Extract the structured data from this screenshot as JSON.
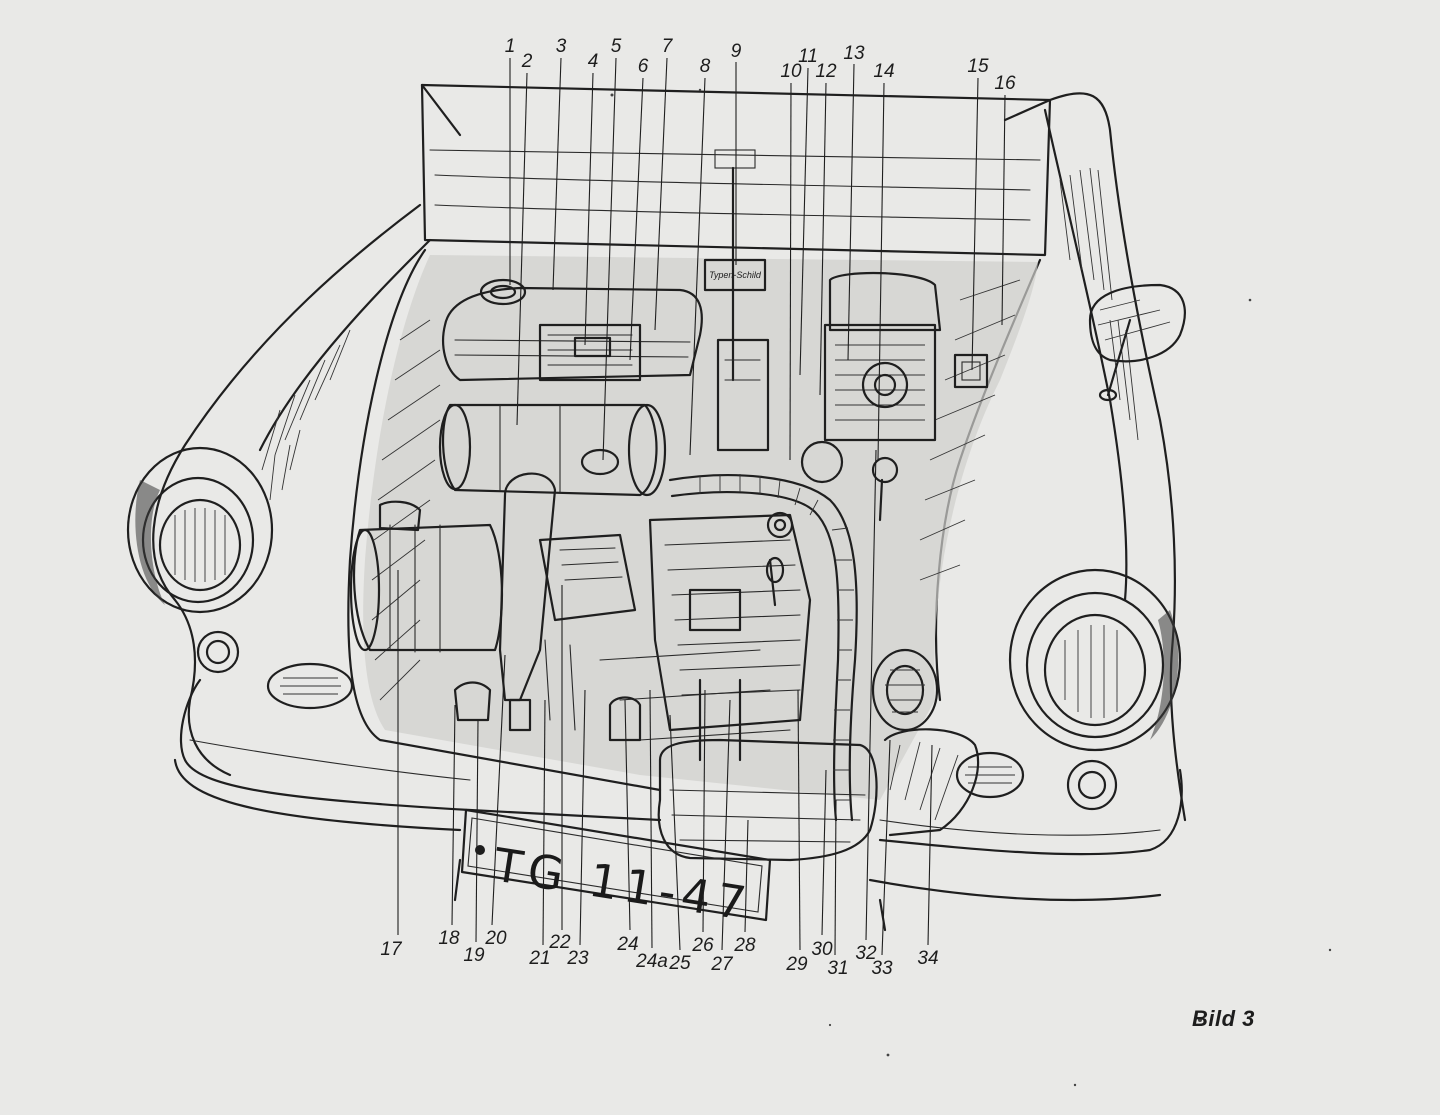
{
  "caption": "Bild 3",
  "plate": "TG 11-47",
  "labels": [
    "1",
    "2",
    "3",
    "4",
    "5",
    "6",
    "7",
    "8",
    "9",
    "10",
    "11",
    "12",
    "13",
    "14",
    "15",
    "16",
    "17",
    "18",
    "19",
    "20",
    "21",
    "22",
    "23",
    "24",
    "24a",
    "25",
    "26",
    "27",
    "28",
    "29",
    "30",
    "31",
    "32",
    "33",
    "34"
  ],
  "sign_text": "Typen-Schild"
}
